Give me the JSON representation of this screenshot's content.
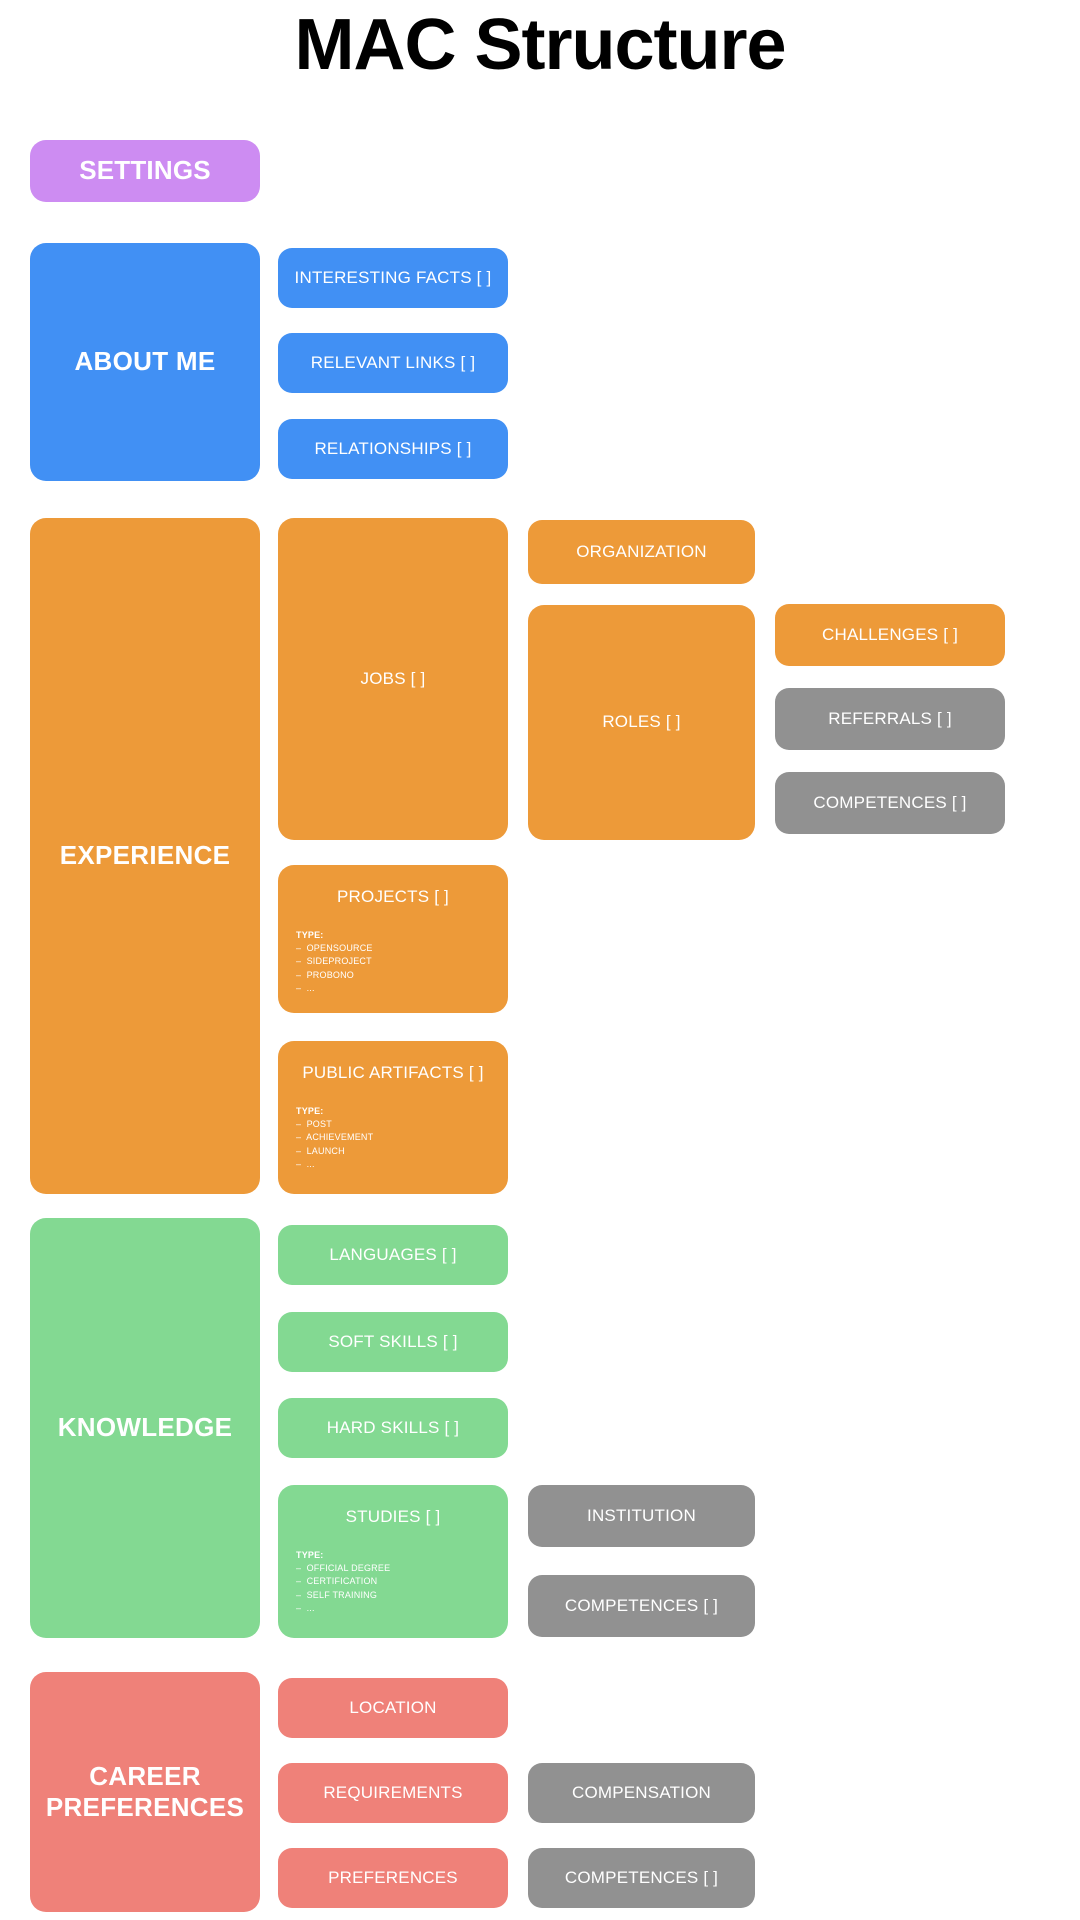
{
  "page": {
    "title": "MAC Structure",
    "background": "#ffffff"
  },
  "colors": {
    "purple": "#cd8cf2",
    "blue": "#4190f4",
    "orange": "#ed9a39",
    "green": "#83d992",
    "salmon": "#ef8179",
    "grey": "#919191",
    "text_on_card": "#ffffff",
    "title_text": "#000000"
  },
  "settings": {
    "label": "SETTINGS"
  },
  "about_me": {
    "label": "ABOUT ME",
    "children": [
      {
        "label": "INTERESTING FACTS [ ]"
      },
      {
        "label": "RELEVANT LINKS [ ]"
      },
      {
        "label": "RELATIONSHIPS [ ]"
      }
    ]
  },
  "experience": {
    "label": "EXPERIENCE",
    "jobs": {
      "label": "JOBS [ ]"
    },
    "organization": {
      "label": "ORGANIZATION"
    },
    "roles": {
      "label": "ROLES [ ]"
    },
    "challenges": {
      "label": "CHALLENGES [ ]"
    },
    "referrals": {
      "label": "REFERRALS [ ]"
    },
    "competences": {
      "label": "COMPETENCES [ ]"
    },
    "projects": {
      "label": "PROJECTS [ ]",
      "type_heading": "TYPE:",
      "types": [
        "–  OPENSOURCE",
        "–  SIDEPROJECT",
        "–  PROBONO",
        "–  ..."
      ]
    },
    "public_artifacts": {
      "label": "PUBLIC ARTIFACTS [ ]",
      "type_heading": "TYPE:",
      "types": [
        "–  POST",
        "–  ACHIEVEMENT",
        "–  LAUNCH",
        "–  ..."
      ]
    }
  },
  "knowledge": {
    "label": "KNOWLEDGE",
    "languages": {
      "label": "LANGUAGES [ ]"
    },
    "soft_skills": {
      "label": "SOFT SKILLS [ ]"
    },
    "hard_skills": {
      "label": "HARD SKILLS [ ]"
    },
    "studies": {
      "label": "STUDIES [ ]",
      "type_heading": "TYPE:",
      "types": [
        "–  OFFICIAL DEGREE",
        "–  CERTIFICATION",
        "–  SELF TRAINING",
        "–  ..."
      ]
    },
    "institution": {
      "label": "INSTITUTION"
    },
    "competences": {
      "label": "COMPETENCES [ ]"
    }
  },
  "career_preferences": {
    "label": "CAREER PREFERENCES",
    "location": {
      "label": "LOCATION"
    },
    "requirements": {
      "label": "REQUIREMENTS"
    },
    "preferences": {
      "label": "PREFERENCES"
    },
    "compensation": {
      "label": "COMPENSATION"
    },
    "competences": {
      "label": "COMPETENCES [ ]"
    }
  }
}
